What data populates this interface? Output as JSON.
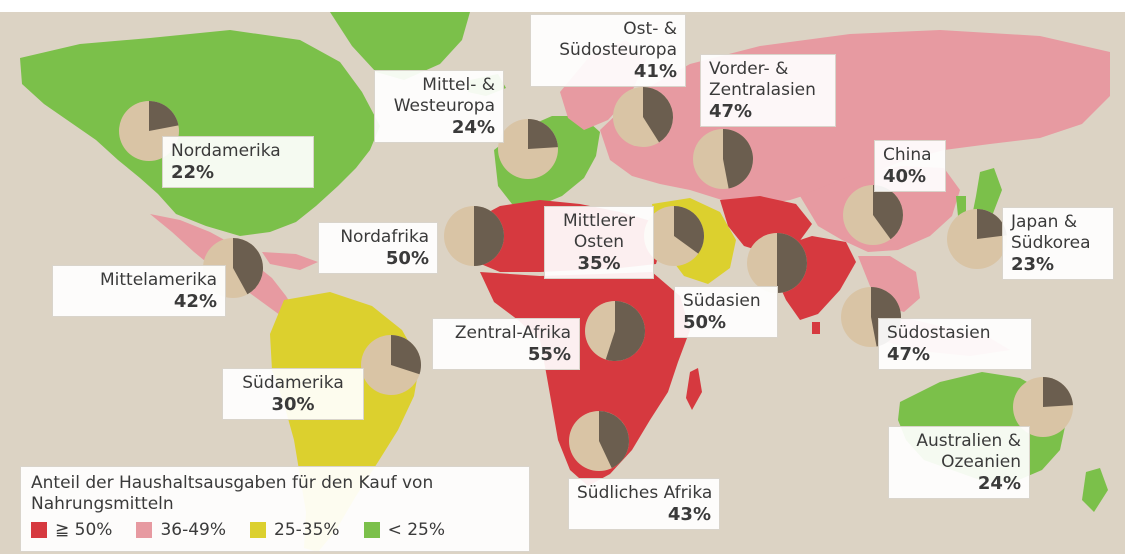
{
  "colors": {
    "ocean": "#dcd3c4",
    "high": "#d6393f",
    "midhigh": "#e79aa1",
    "mid": "#dcd02e",
    "low": "#7bc04a",
    "pie_food": "#6b5e4f",
    "pie_other": "#d9c4a5"
  },
  "regions": [
    {
      "id": "nordamerika",
      "name": "Nordamerika",
      "percent": "22%",
      "share": 0.22
    },
    {
      "id": "mittelamerika",
      "name": "Mittelamerika",
      "percent": "42%",
      "share": 0.42
    },
    {
      "id": "suedamerika",
      "name": "Südamerika",
      "percent": "30%",
      "share": 0.3
    },
    {
      "id": "mittel-westeuropa",
      "name": "Mittel- & Westeuropa",
      "percent": "24%",
      "share": 0.24
    },
    {
      "id": "ost-suedosteuropa",
      "name": "Ost- & Südosteuropa",
      "percent": "41%",
      "share": 0.41
    },
    {
      "id": "vorder-zentralasien",
      "name": "Vorder- & Zentralasien",
      "percent": "47%",
      "share": 0.47
    },
    {
      "id": "nordafrika",
      "name": "Nordafrika",
      "percent": "50%",
      "share": 0.5
    },
    {
      "id": "mittlerer-osten",
      "name": "Mittlerer Osten",
      "percent": "35%",
      "share": 0.35
    },
    {
      "id": "zentral-afrika",
      "name": "Zentral-Afrika",
      "percent": "55%",
      "share": 0.55
    },
    {
      "id": "suedliches-afrika",
      "name": "Südliches Afrika",
      "percent": "43%",
      "share": 0.43
    },
    {
      "id": "suedasien",
      "name": "Südasien",
      "percent": "50%",
      "share": 0.5
    },
    {
      "id": "china",
      "name": "China",
      "percent": "40%",
      "share": 0.4
    },
    {
      "id": "japan-suedkorea",
      "name": "Japan & Südkorea",
      "percent": "23%",
      "share": 0.23
    },
    {
      "id": "suedostasien",
      "name": "Südostasien",
      "percent": "47%",
      "share": 0.47
    },
    {
      "id": "australien-ozeanien",
      "name": "Australien & Ozeanien",
      "percent": "24%",
      "share": 0.24
    }
  ],
  "legend": {
    "title": "Anteil der Haushaltsausgaben für den Kauf von Nahrungsmitteln",
    "items": [
      {
        "label": "≧ 50%",
        "color": "#d6393f"
      },
      {
        "label": "36-49%",
        "color": "#e79aa1"
      },
      {
        "label": "25-35%",
        "color": "#dcd02e"
      },
      {
        "label": "< 25%",
        "color": "#7bc04a"
      }
    ]
  }
}
